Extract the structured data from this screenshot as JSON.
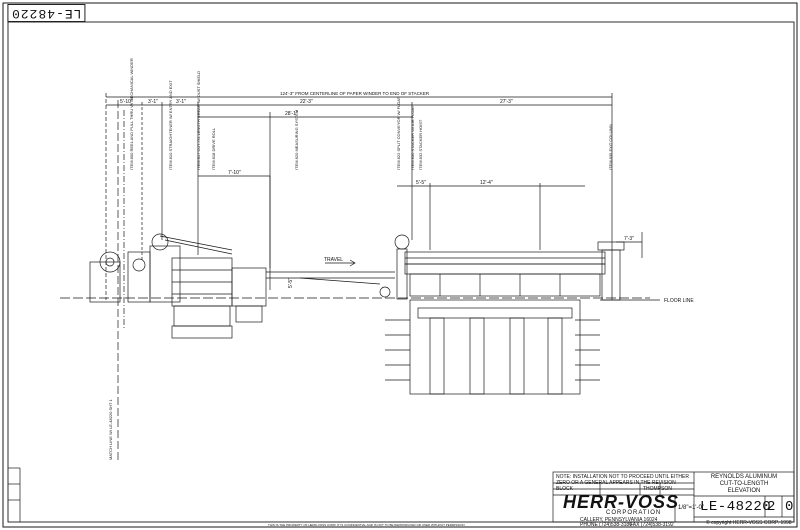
{
  "stamp": {
    "drawing_number_mirrored": "LE-48220"
  },
  "dimensions": {
    "overall": "124'-3\" FROM CENTERLINE OF PAPER WINDER TO END OF STACKER",
    "seg1": "5'-10\"",
    "seg2": "3'-1\"",
    "seg3": "3'-1\"",
    "seg4": "22'-3\"",
    "seg5": "27'-3\"",
    "sub1": "28'-1\"",
    "sub2": "7'-10\"",
    "sub3": "12'-4\"",
    "sub4": "5'-5\"",
    "height1": "5'-5\"",
    "right_height": "7'-3\"",
    "floor_line": "FLOOR LINE",
    "travel": "TRAVEL"
  },
  "callouts": [
    "ITEM 800 REEL AND PULL THRU W/ MECHANICAL WINDER",
    "ITEM 810 STRAIGHTENER W/ ENTRY AND EXIT",
    "ITEM 817 CUT-TO-LENGTH SHEAR W/ DUST SHIELD",
    "ITEM 818 DRIVE ROLL",
    "ITEM 820 MEASURING SYSTEM",
    "ITEM 822 SPLIT CONVEYOR W/ FLOAT",
    "ITEM 830 STACKER W/ AIR FLOAT",
    "ITEM 832 STACKER HOIST",
    "ITEM 835 EXIT COLUMN"
  ],
  "side_note": "MATCH LINE W/ LE-48220 SHT 1",
  "title_block": {
    "note": "NOTE: INSTALLATION NOT TO PROCEED UNTIL EITHER ZERO OR A GENERAL APPEARS IN THE REVISION BLOCK",
    "company": "HERR-VOSS",
    "company_sub": "CORPORATION",
    "address": "CALLERY, PENNSYLVANIA 16024",
    "phone": "PHONE (724)538-3180",
    "fax": "FAX (724)538-3192",
    "drawn_by": "THOMPSON",
    "title_lines": [
      "REYNOLDS ALUMINUM",
      "CUT-TO-LENGTH",
      "ELEVATION"
    ],
    "scale": "1/8\"=1'-0\"",
    "drawing_number": "LE-48220",
    "sheet": "2",
    "revision": "0",
    "copyright": "© copyright HERR-VOSS CORP. 1998"
  },
  "footer_note": "THIS IS THE PROPERTY OF HERR-VOSS CORP. IT IS CONFIDENTIAL AND IS NOT TO BE REPRODUCED OR USED WITHOUT PERMISSION"
}
